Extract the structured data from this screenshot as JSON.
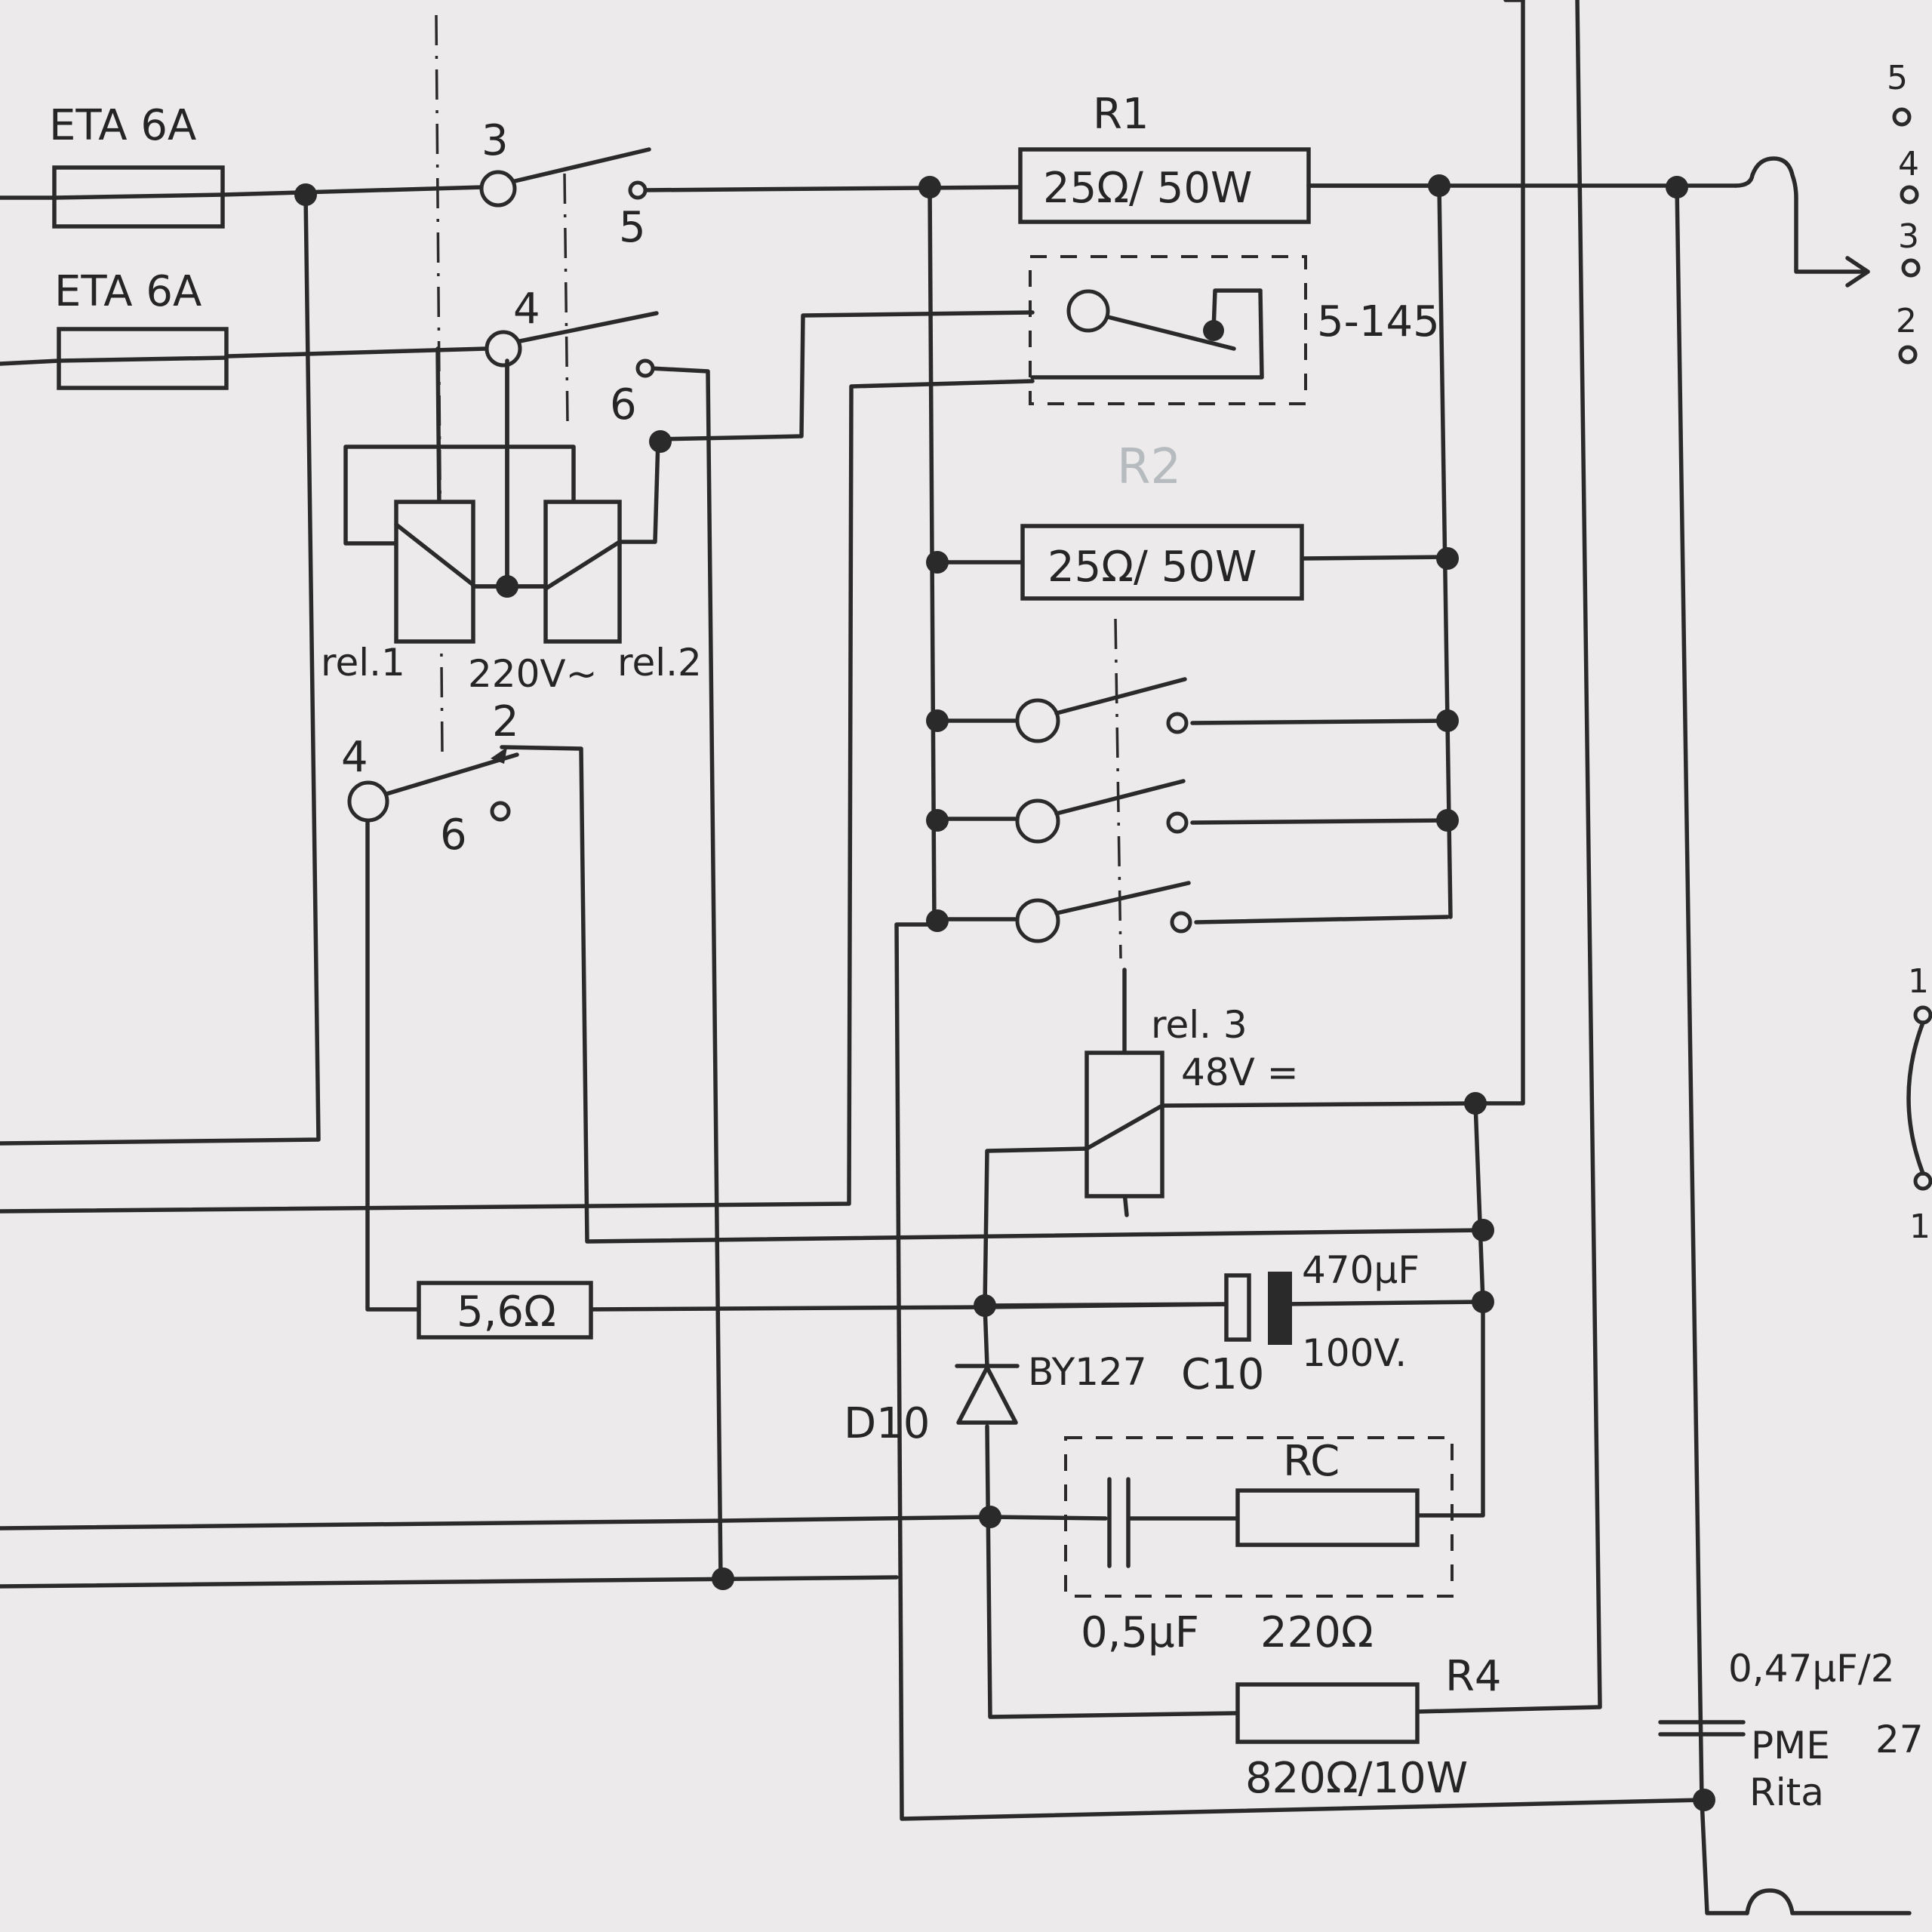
{
  "labels": {
    "fuse1": "ETA 6A",
    "fuse2": "ETA 6A",
    "sw_a_pin_in": "3",
    "sw_a_pin_out": "5",
    "sw_b_pin_in": "4",
    "sw_b_pin_out": "6",
    "r1_name": "R1",
    "r1_value": "25Ω/ 50W",
    "thermo": "5-145",
    "pencil_note": "R2",
    "r2_value": "25Ω/ 50W",
    "rel1": "rel.1",
    "rel_voltage": "220V~",
    "rel2": "rel.2",
    "sw_c_pin_in": "4",
    "sw_c_pin_nc": "2",
    "sw_c_pin_no": "6",
    "rel3": "rel. 3",
    "rel3_voltage": "48V =",
    "c10_value": "470μF",
    "c10_voltage": "100V.",
    "c10_name": "C10",
    "d10_type": "BY127",
    "d10_name": "D10",
    "r_small": "5,6Ω",
    "rc_name": "RC",
    "rc_cap": "0,5μF",
    "rc_res": "220Ω",
    "r4_name": "R4",
    "r4_value": "820Ω/10W",
    "cap_right": "0,47μF/2",
    "pme1": "PME",
    "pme2": "27",
    "rita": "Rita",
    "conn_5": "5",
    "conn_4": "4",
    "conn_3": "3",
    "conn_2": "2",
    "conn_1a": "1",
    "conn_1b": "1"
  }
}
